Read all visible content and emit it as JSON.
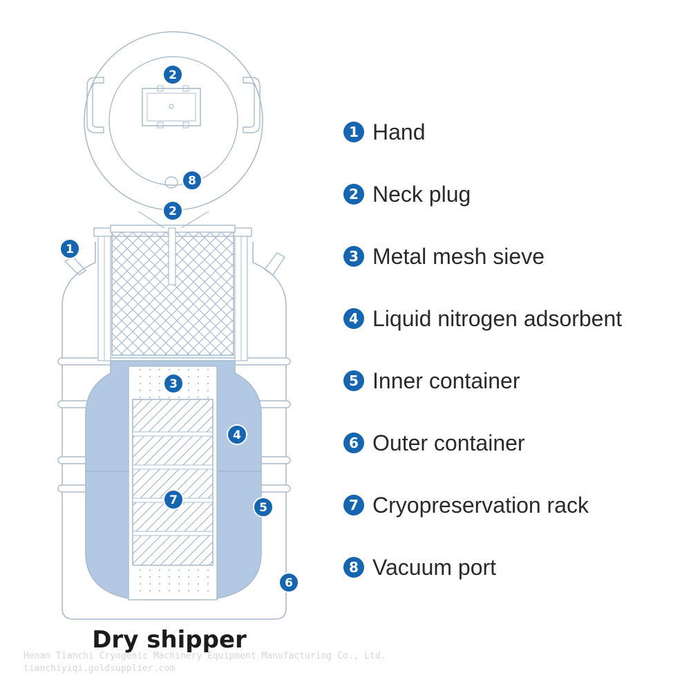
{
  "colors": {
    "accent": "#1565b0",
    "line": "#a9bccd",
    "fill": "#b3c8e2",
    "text": "#2a2a2a"
  },
  "legend": [
    {
      "num": "1",
      "label": "Hand"
    },
    {
      "num": "2",
      "label": "Neck plug"
    },
    {
      "num": "3",
      "label": "Metal mesh sieve"
    },
    {
      "num": "4",
      "label": "Liquid nitrogen adsorbent"
    },
    {
      "num": "5",
      "label": "Inner container"
    },
    {
      "num": "6",
      "label": "Outer container"
    },
    {
      "num": "7",
      "label": "Cryopreservation rack"
    },
    {
      "num": "8",
      "label": "Vacuum port"
    }
  ],
  "callouts": {
    "lid_neck_plug": "2",
    "lid_vacuum_port": "8",
    "plug_top": "2",
    "hand": "1",
    "sieve": "3",
    "adsorbent": "4",
    "rack": "7",
    "inner": "5",
    "outer": "6"
  },
  "title": "Dry shipper",
  "watermark": {
    "line1": "Henan Tianchi Cryogenic Machinery Equipment Manufacturing Co., Ltd.",
    "line2": "tianchiyiqi.goldsupplier.com"
  }
}
